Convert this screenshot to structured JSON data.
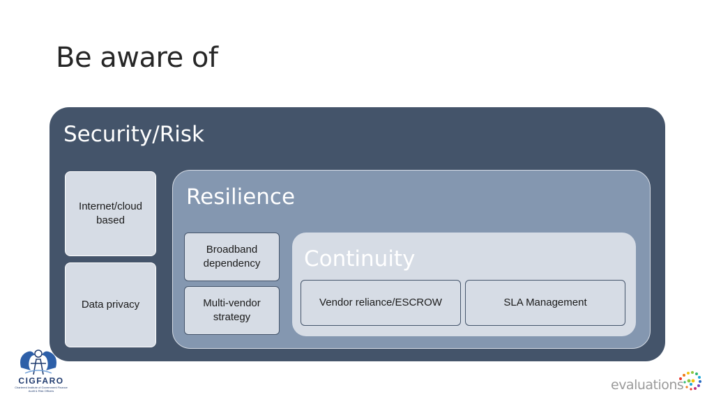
{
  "slide": {
    "title": "Be aware of"
  },
  "diagram": {
    "security": {
      "title": "Security/Risk",
      "items": [
        "Internet/cloud based",
        "Data privacy"
      ]
    },
    "resilience": {
      "title": "Resilience",
      "items": [
        "Broadband dependency",
        "Multi-vendor strategy"
      ]
    },
    "continuity": {
      "title": "Continuity",
      "items": [
        "Vendor reliance/ESCROW",
        "SLA Management"
      ]
    }
  },
  "logos": {
    "left": {
      "name": "CIGFARO",
      "tagline": "Chartered Institute of Government Finance Audit & Risk Officers"
    },
    "right": {
      "name": "evaluations"
    }
  },
  "colors": {
    "security_fill": "#44546a",
    "resilience_fill": "#8497b0",
    "continuity_fill": "#d6dce5",
    "card_fill": "#d6dce5"
  }
}
